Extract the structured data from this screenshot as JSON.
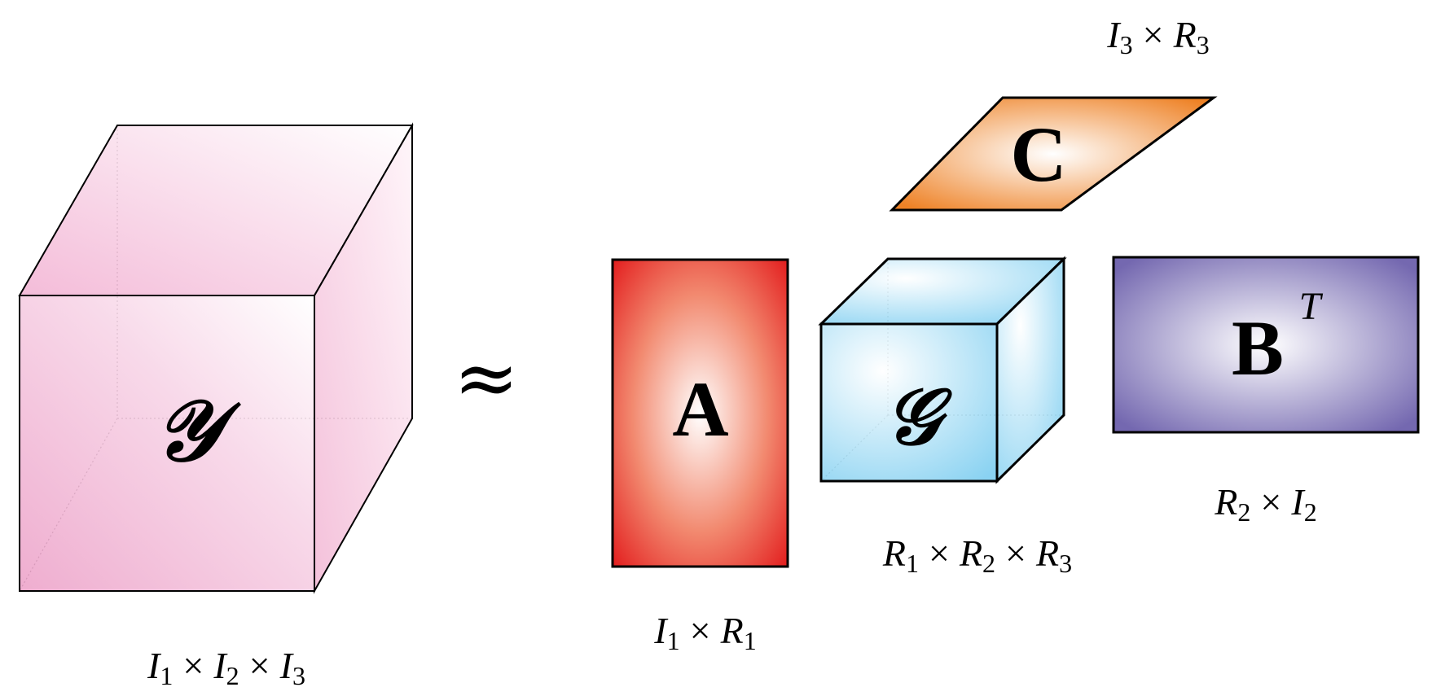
{
  "colors": {
    "tensor_y": "#f1b8d6",
    "matrix_a": "#e83a2a",
    "core_g": "#7ccdf0",
    "matrix_c": "#ef8a33",
    "matrix_b": "#6f63ad"
  },
  "tensor_y": {
    "letter": "𝒴",
    "dims": [
      "I",
      "1",
      "I",
      "2",
      "I",
      "3"
    ]
  },
  "approx_symbol": "≈",
  "matrix_a": {
    "letter": "A",
    "dims": [
      "I",
      "1",
      "R",
      "1"
    ]
  },
  "core_g": {
    "letter": "𝒢",
    "dims": [
      "R",
      "1",
      "R",
      "2",
      "R",
      "3"
    ]
  },
  "matrix_c": {
    "letter": "C",
    "dims": [
      "I",
      "3",
      "R",
      "3"
    ]
  },
  "matrix_b": {
    "letter": "B",
    "superscript": "T",
    "dims": [
      "R",
      "2",
      "I",
      "2"
    ]
  },
  "times_symbol": "×"
}
